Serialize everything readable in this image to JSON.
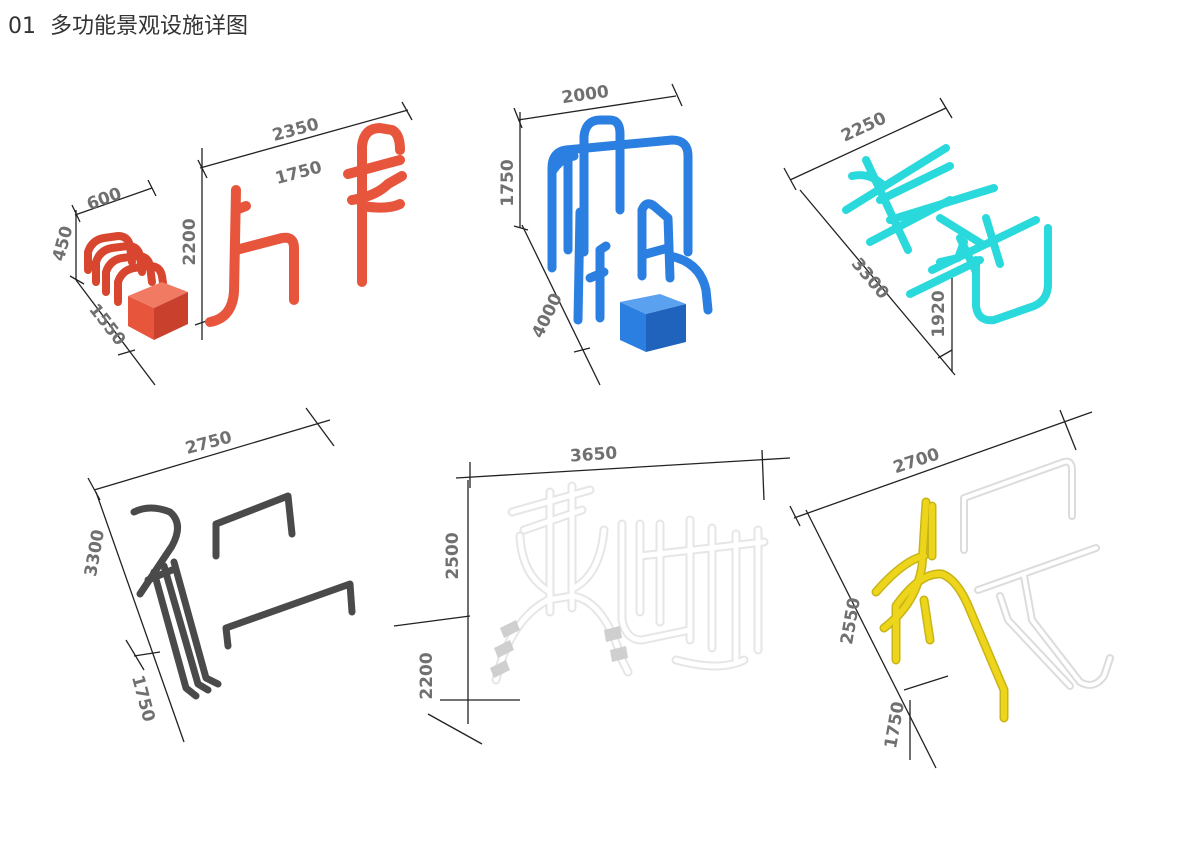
{
  "header": {
    "number": "01",
    "title": "多功能景观设施详图"
  },
  "colors": {
    "red": "#e8553d",
    "blue": "#2b7fe0",
    "cyan": "#2ad9dc",
    "dark": "#4a4a4a",
    "white": "#e6e6e6",
    "yellow": "#ecd51a",
    "dim_text": "#707070"
  },
  "dims": {
    "red": {
      "w_total": "2350",
      "w_inner": "1750",
      "w_small": "600",
      "h_small": "450",
      "depth": "1550",
      "height": "2200"
    },
    "blue": {
      "width": "2000",
      "height": "1750",
      "depth": "4000"
    },
    "cyan": {
      "width": "2250",
      "depth": "3300",
      "height": "1920"
    },
    "dark": {
      "width": "2750",
      "depth": "3300",
      "height": "1750"
    },
    "white": {
      "width": "3650",
      "height": "2500",
      "depth": "2200"
    },
    "yellow": {
      "width": "2700",
      "depth": "2550",
      "height": "1750"
    }
  }
}
